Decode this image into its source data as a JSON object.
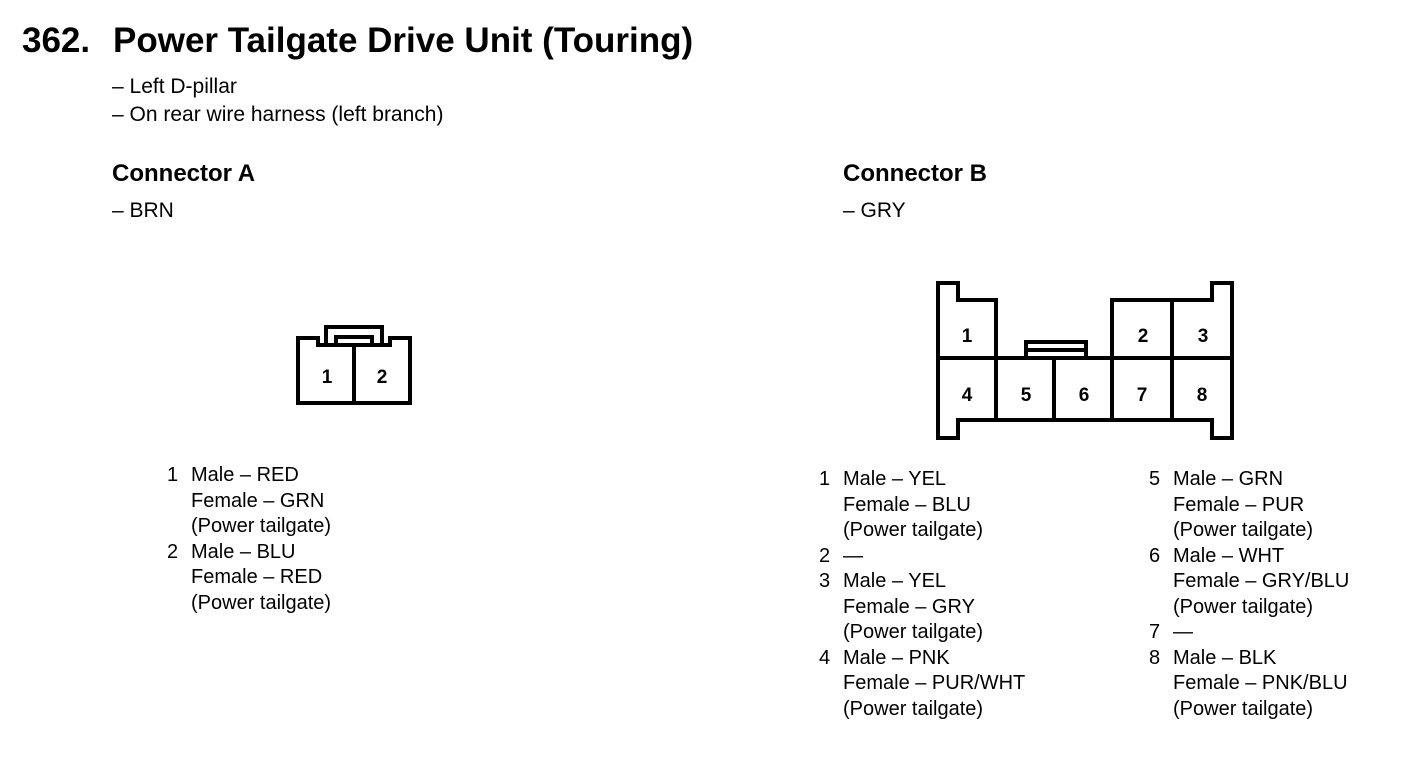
{
  "page": {
    "number": "362.",
    "title": "Power Tailgate Drive Unit (Touring)",
    "location": [
      "– Left D-pillar",
      "– On rear wire harness (left branch)"
    ]
  },
  "connector_a": {
    "heading": "Connector A",
    "color": "– BRN",
    "cavities": [
      "1",
      "2"
    ],
    "pins": [
      {
        "num": "1",
        "lines": [
          "Male – RED",
          "Female – GRN",
          "(Power tailgate)"
        ]
      },
      {
        "num": "2",
        "lines": [
          "Male – BLU",
          "Female – RED",
          "(Power tailgate)"
        ]
      }
    ]
  },
  "connector_b": {
    "heading": "Connector B",
    "color": "– GRY",
    "cavities": [
      "1",
      "2",
      "3",
      "4",
      "5",
      "6",
      "7",
      "8"
    ],
    "pins_left": [
      {
        "num": "1",
        "lines": [
          "Male – YEL",
          "Female – BLU",
          "(Power tailgate)"
        ]
      },
      {
        "num": "2",
        "lines": [
          "—"
        ]
      },
      {
        "num": "3",
        "lines": [
          "Male – YEL",
          "Female – GRY",
          "(Power tailgate)"
        ]
      },
      {
        "num": "4",
        "lines": [
          "Male – PNK",
          "Female – PUR/WHT",
          "(Power tailgate)"
        ]
      }
    ],
    "pins_right": [
      {
        "num": "5",
        "lines": [
          "Male – GRN",
          "Female – PUR",
          "(Power tailgate)"
        ]
      },
      {
        "num": "6",
        "lines": [
          "Male – WHT",
          "Female – GRY/BLU",
          "(Power tailgate)"
        ]
      },
      {
        "num": "7",
        "lines": [
          "—"
        ]
      },
      {
        "num": "8",
        "lines": [
          "Male – BLK",
          "Female – PNK/BLU",
          "(Power tailgate)"
        ]
      }
    ]
  }
}
